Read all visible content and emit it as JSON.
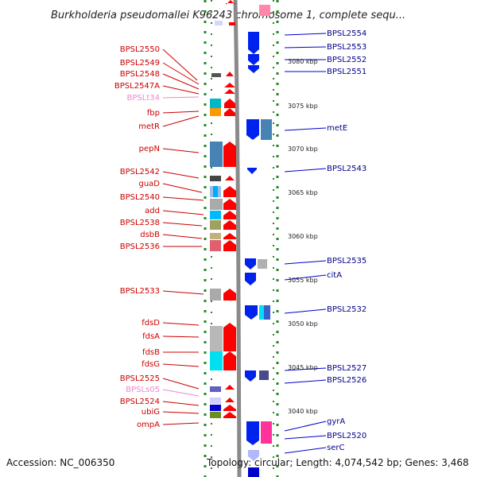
{
  "title": "Burkholderia pseudomallei K96243 chromosome 1, complete sequ...",
  "footer": {
    "accession": "Accession: NC_006350",
    "summary": "Topology: circular; Length: 4,074,542 bp; Genes: 3,468"
  },
  "colors": {
    "left_label": "#cc0000",
    "left_label_faint": "#ee88cc",
    "right_label": "#00008b",
    "guide_left": "#dd0000",
    "guide_right": "#0000cc",
    "dash": "#228822",
    "backbone": "#808080"
  },
  "ruler": {
    "labels": [
      {
        "text": "3080 kbp",
        "kbp": 3080
      },
      {
        "text": "3075 kbp",
        "kbp": 3075
      },
      {
        "text": "3070 kbp",
        "kbp": 3070
      },
      {
        "text": "3065 kbp",
        "kbp": 3065
      },
      {
        "text": "3060 kbp",
        "kbp": 3060
      },
      {
        "text": "3055 kbp",
        "kbp": 3055
      },
      {
        "text": "3050 kbp",
        "kbp": 3050
      },
      {
        "text": "3045 kbp",
        "kbp": 3045
      },
      {
        "text": "3040 kbp",
        "kbp": 3040
      }
    ]
  },
  "left_genes": [
    {
      "label": "BPSL2550",
      "faint": false
    },
    {
      "label": "BPSL2549",
      "faint": false
    },
    {
      "label": "BPSL2548",
      "faint": false
    },
    {
      "label": "BPSL2547A",
      "faint": false
    },
    {
      "label": "BPSLt34",
      "faint": true
    },
    {
      "label": "fbp",
      "faint": false
    },
    {
      "label": "metR",
      "faint": false
    },
    {
      "label": "pepN",
      "faint": false
    },
    {
      "label": "BPSL2542",
      "faint": false
    },
    {
      "label": "guaD",
      "faint": false
    },
    {
      "label": "BPSL2540",
      "faint": false
    },
    {
      "label": "add",
      "faint": false
    },
    {
      "label": "BPSL2538",
      "faint": false
    },
    {
      "label": "dsbB",
      "faint": false
    },
    {
      "label": "BPSL2536",
      "faint": false
    },
    {
      "label": "BPSL2533",
      "faint": false
    },
    {
      "label": "fdsD",
      "faint": false
    },
    {
      "label": "fdsA",
      "faint": false
    },
    {
      "label": "fdsB",
      "faint": false
    },
    {
      "label": "fdsG",
      "faint": false
    },
    {
      "label": "BPSL2525",
      "faint": false
    },
    {
      "label": "BPSLs05",
      "faint": true
    },
    {
      "label": "BPSL2524",
      "faint": false
    },
    {
      "label": "ubiG",
      "faint": false
    },
    {
      "label": "ompA",
      "faint": false
    }
  ],
  "right_genes": [
    {
      "label": "BPSL2554"
    },
    {
      "label": "BPSL2553"
    },
    {
      "label": "BPSL2552"
    },
    {
      "label": "BPSL2551"
    },
    {
      "label": "metE"
    },
    {
      "label": "BPSL2543"
    },
    {
      "label": "BPSL2535"
    },
    {
      "label": "citA"
    },
    {
      "label": "BPSL2532"
    },
    {
      "label": "BPSL2527"
    },
    {
      "label": "BPSL2526"
    },
    {
      "label": "gyrA"
    },
    {
      "label": "BPSL2520"
    },
    {
      "label": "serC"
    }
  ]
}
